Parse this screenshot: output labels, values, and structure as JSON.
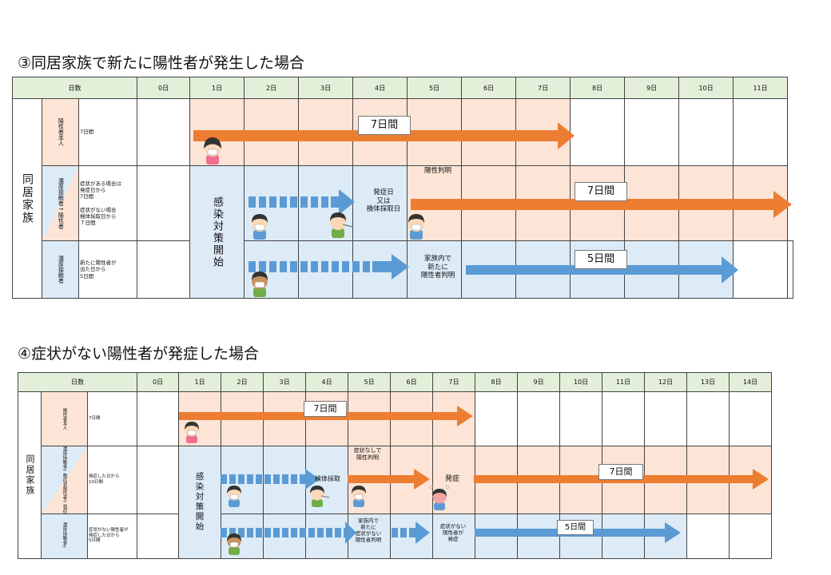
{
  "s3": {
    "title": "③同居家族で新たに陽性者が発生した場合",
    "header": [
      "日数",
      "0日",
      "1日",
      "2日",
      "3日",
      "4日",
      "5日",
      "6日",
      "7日",
      "8日",
      "9日",
      "10日",
      "11日"
    ],
    "family": "同居家族",
    "row1_label": "陽性者本人",
    "row1_note": "7日間",
    "row2_label": "濃厚接触者→陽性者",
    "row2_note": "症状がある場合は\n発症日から\n7日間\n\n症状がない場合\n検体採取日から\n７日間",
    "row3_label": "濃厚接触者",
    "row3_note": "新たに陽性者が\n出た日から\n5日間",
    "start": "感染対策開始",
    "box1": "7日間",
    "box2": "7日間",
    "box3": "5日間",
    "lbl_onset": "発症日\n又は\n検体採取日",
    "lbl_found": "陽性判明",
    "lbl_family": "家族内で\n新たに\n陽性者判明"
  },
  "s4": {
    "title": "④症状がない陽性者が発症した場合",
    "header": [
      "日数",
      "0日",
      "1日",
      "2日",
      "3日",
      "4日",
      "5日",
      "6日",
      "7日",
      "8日",
      "9日",
      "10日",
      "11日",
      "12日",
      "13日",
      "14日"
    ],
    "family": "同居家族",
    "row1_label": "陽性者本人",
    "row1_note": "7日間",
    "row2_label": "濃厚接触者→無症状陽性者→発症",
    "row2_note": "発症した日から\n10日間",
    "row3_label": "濃厚接触者②",
    "row3_note": "症状がない陽性者が\n発症した日から\n5日間",
    "start": "感染対策開始",
    "box1": "7日間",
    "box2": "7日間",
    "box3": "5日間",
    "lbl_sample": "検体採取",
    "lbl_nosym": "症状なしで\n陽性判明",
    "lbl_onset": "発症",
    "lbl_family": "家族内で\n新たに\n症状がない\n陽性者判明",
    "lbl_sym": "症状がない\n陽性者が\n発症"
  },
  "colors": {
    "orange": "#ed7d31",
    "blue": "#5b9bd5",
    "pink": "#fce4d6",
    "lightblue": "#ddebf7",
    "green": "#e3efd8"
  }
}
